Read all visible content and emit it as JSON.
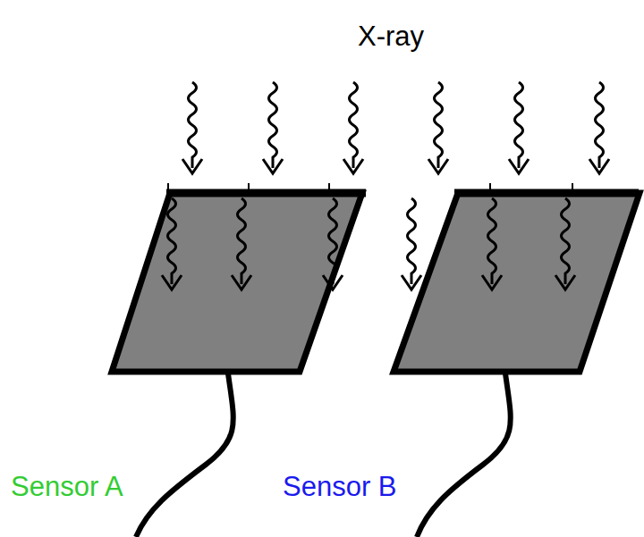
{
  "diagram": {
    "labels": [
      "X-ray",
      "Sensor A",
      "Sensor B"
    ]
  }
}
